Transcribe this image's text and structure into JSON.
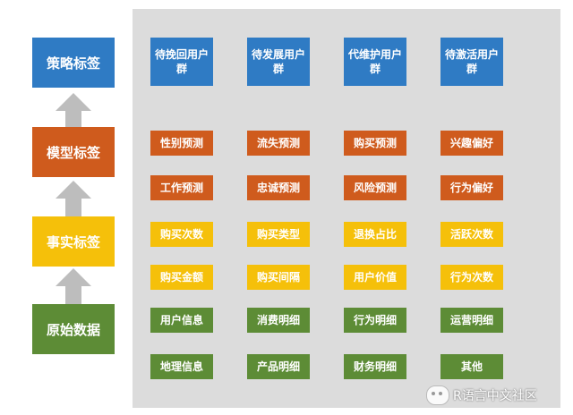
{
  "left_labels": [
    {
      "label": "策略标签",
      "color": "#2f7bc4"
    },
    {
      "label": "模型标签",
      "color": "#cf5b1d"
    },
    {
      "label": "事实标签",
      "color": "#f5c00a"
    },
    {
      "label": "原始数据",
      "color": "#5d8c36"
    }
  ],
  "strategy": [
    "待挽回用户群",
    "待发展用户群",
    "代维护用户群",
    "待激活用户群"
  ],
  "model_row1": [
    "性别预测",
    "流失预测",
    "购买预测",
    "兴趣偏好"
  ],
  "model_row2": [
    "工作预测",
    "忠诚预测",
    "风险预测",
    "行为偏好"
  ],
  "fact_row1": [
    "购买次数",
    "购买类型",
    "退换占比",
    "活跃次数"
  ],
  "fact_row2": [
    "购买金额",
    "购买间隔",
    "用户价值",
    "行为次数"
  ],
  "raw_row1": [
    "用户信息",
    "消费明细",
    "行为明细",
    "运营明细"
  ],
  "raw_row2": [
    "地理信息",
    "产品明细",
    "财务明细",
    "其他"
  ],
  "watermark": "R语言中文社区"
}
